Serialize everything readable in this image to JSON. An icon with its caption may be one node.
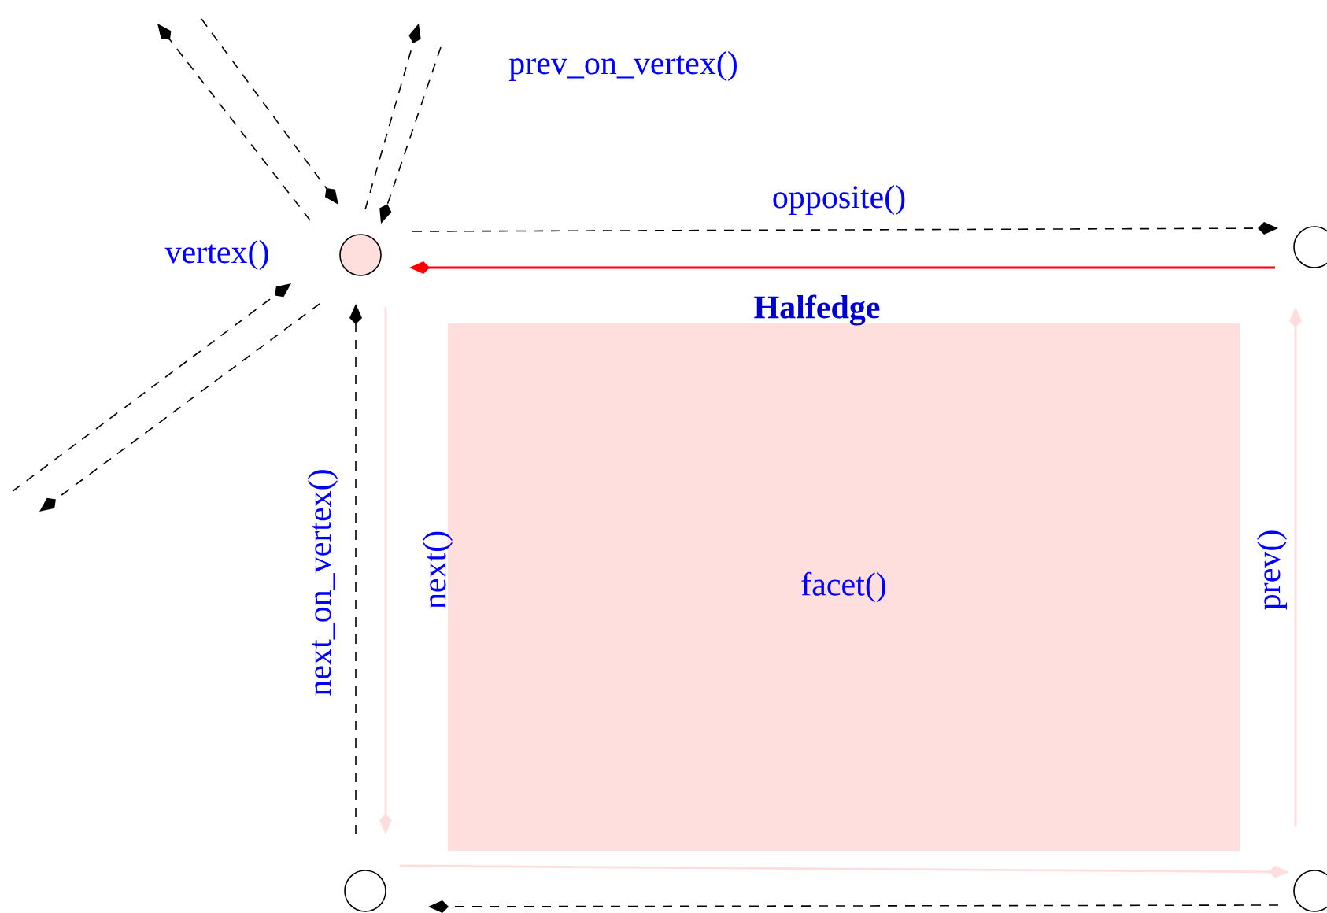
{
  "diagram": {
    "nodes": [
      {
        "text": [],
        "shape": "circle",
        "beside": [
          "vertex()"
        ]
      },
      {
        "text": [],
        "shape": "circle"
      },
      {
        "text": [],
        "shape": "circle"
      },
      {
        "text": [],
        "shape": "circle"
      },
      {
        "text": [
          "facet()"
        ]
      }
    ],
    "edges": [
      {
        "from": 1,
        "to": 0,
        "arrow": "to",
        "label": "Halfedge",
        "color": "#ff0000"
      },
      {
        "from": 0,
        "to": 1,
        "arrow": "to",
        "label": "opposite()",
        "style": "dashed"
      },
      {
        "from": 0,
        "to": 2,
        "arrow": "to",
        "label": "next()",
        "color": "#ffdddd"
      },
      {
        "from": 2,
        "to": 0,
        "arrow": "to",
        "label": "next_on_vertex()",
        "style": "dashed"
      },
      {
        "from": 2,
        "to": 3,
        "arrow": "to",
        "color": "#ffdddd"
      },
      {
        "from": 3,
        "to": 1,
        "arrow": "to",
        "label": "prev()",
        "color": "#ffdddd"
      },
      {
        "from": 3,
        "to": 2,
        "arrow": "to",
        "style": "dashed"
      },
      {
        "from": null,
        "to": 0,
        "arrow": "to",
        "style": "dashed"
      },
      {
        "from": 0,
        "to": null,
        "arrow": "to",
        "style": "dashed"
      },
      {
        "from": 0,
        "to": null,
        "arrow": "to",
        "style": "dashed"
      },
      {
        "from": null,
        "to": 0,
        "arrow": "to",
        "label": "prev_on_vertex()",
        "style": "dashed"
      },
      {
        "from": 0,
        "to": null,
        "arrow": "to",
        "style": "dashed"
      },
      {
        "from": null,
        "to": 0,
        "arrow": "to",
        "style": "dashed"
      }
    ]
  }
}
